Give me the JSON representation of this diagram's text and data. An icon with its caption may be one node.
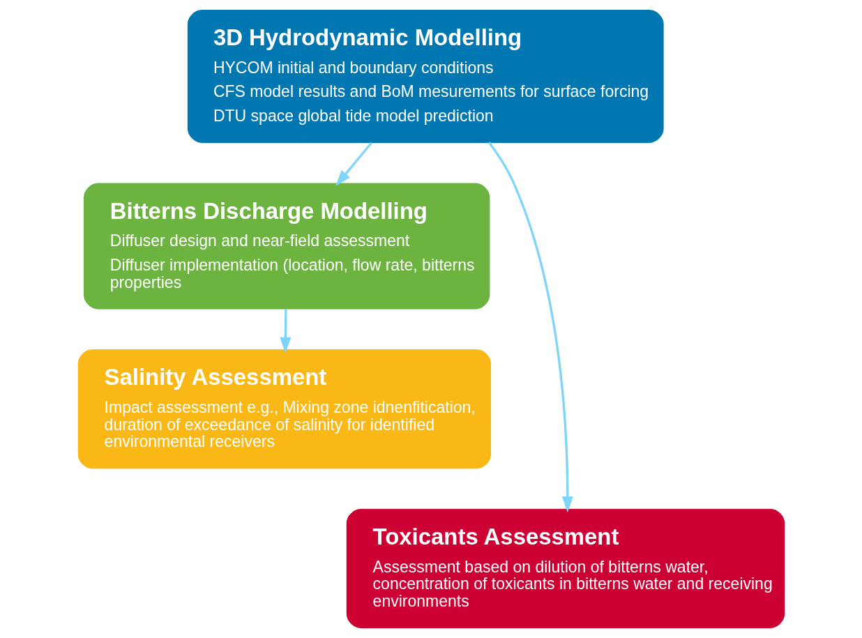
{
  "diagram": {
    "nodes": [
      {
        "text": [
          "3D Hydrodynamic Modelling",
          "HYCOM initial and boundary conditions",
          "CFS model results and BoM mesurements for surface forcing",
          "DTU space global tide model prediction"
        ]
      },
      {
        "text": [
          "Bitterns Discharge Modelling",
          "Diffuser design and near-field assessment",
          "Diffuser implementation (location, flow rate, bitterns properties"
        ]
      },
      {
        "text": [
          "Salinity Assessment",
          "Impact assessment e.g., Mixing zone idnenfitication, duration of exceedance of salinity for identified environmental receivers"
        ]
      },
      {
        "text": [
          "Toxicants Assessment",
          "Assessment based on dilution of bitterns water, concentration of toxicants in bitterns water and receiving environments"
        ]
      }
    ],
    "edges": [
      {
        "from": 0,
        "to": 1,
        "arrow": "to"
      },
      {
        "from": 1,
        "to": 2,
        "arrow": "to"
      },
      {
        "from": 0,
        "to": 3,
        "arrow": "to"
      }
    ]
  }
}
